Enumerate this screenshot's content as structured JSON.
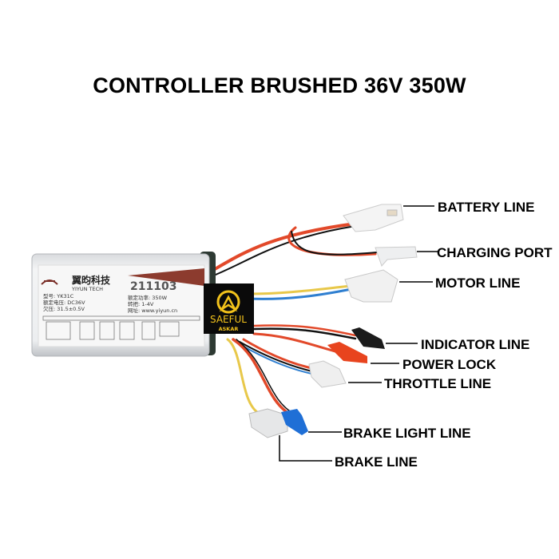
{
  "title": "CONTROLLER BRUSHED 36V 350W",
  "labels": {
    "battery": "BATTERY LINE",
    "charging": "CHARGING PORT",
    "motor": "MOTOR LINE",
    "indicator": "INDICATOR LINE",
    "power_lock": "POWER LOCK",
    "throttle": "THROTTLE LINE",
    "brake_light": "BRAKE LIGHT LINE",
    "brake": "BRAKE LINE"
  },
  "controller_label": {
    "brand_cn": "翼昀科技",
    "brand_en": "YIYUN TECH",
    "serial": "211103",
    "model": "型号: YK31C",
    "voltage": "额定电压: DC36V",
    "undervoltage": "欠压: 31.5±0.5V",
    "power": "额定功率: 350W",
    "throttle": "转把: 1-4V",
    "website": "网址: www.yiyun.cn"
  },
  "watermark": {
    "line1": "SAEFUL",
    "line2": "ASKAR",
    "color": "#f2c21b"
  },
  "colors": {
    "red_wire": "#e2492a",
    "yellow_wire": "#e8c84a",
    "blue_wire": "#2f7fd0",
    "black_wire": "#111111",
    "blue_connector": "#1f6fd6",
    "red_connector": "#e8441e"
  }
}
